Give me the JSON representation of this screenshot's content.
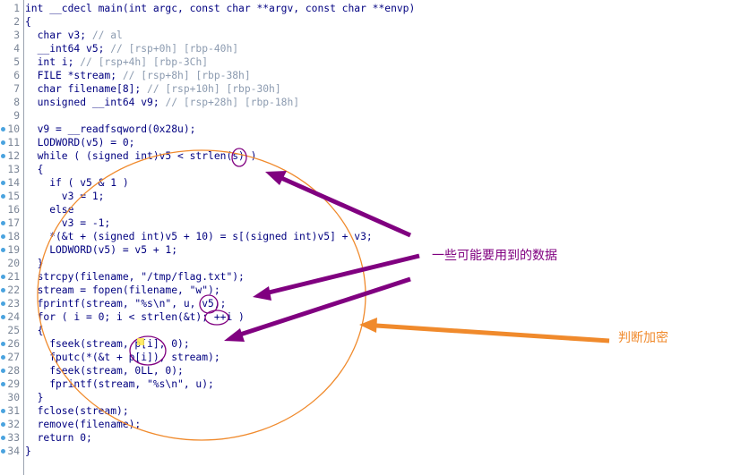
{
  "lines": [
    {
      "n": "1",
      "t": "int __cdecl main(int argc, const char **argv, const char **envp)"
    },
    {
      "n": "2",
      "t": "{"
    },
    {
      "n": "3",
      "t": "  char v3; ",
      "c": "// al"
    },
    {
      "n": "4",
      "t": "  __int64 v5; ",
      "c": "// [rsp+0h] [rbp-40h]"
    },
    {
      "n": "5",
      "t": "  int i; ",
      "c": "// [rsp+4h] [rbp-3Ch]"
    },
    {
      "n": "6",
      "t": "  FILE *stream; ",
      "c": "// [rsp+8h] [rbp-38h]"
    },
    {
      "n": "7",
      "t": "  char filename[8]; ",
      "c": "// [rsp+10h] [rbp-30h]"
    },
    {
      "n": "8",
      "t": "  unsigned __int64 v9; ",
      "c": "// [rsp+28h] [rbp-18h]"
    },
    {
      "n": "9",
      "t": ""
    },
    {
      "n": "10",
      "t": "  v9 = __readfsqword(0x28u);",
      "dot": true
    },
    {
      "n": "11",
      "t": "  LODWORD(v5) = 0;",
      "dot": true
    },
    {
      "n": "12",
      "t": "  while ( (signed int)v5 < strlen(s) )",
      "dot": true
    },
    {
      "n": "13",
      "t": "  {"
    },
    {
      "n": "14",
      "t": "    if ( v5 & 1 )",
      "dot": true
    },
    {
      "n": "15",
      "t": "      v3 = 1;",
      "dot": true
    },
    {
      "n": "16",
      "t": "    else"
    },
    {
      "n": "17",
      "t": "      v3 = -1;",
      "dot": true
    },
    {
      "n": "18",
      "t": "    *(&t + (signed int)v5 + 10) = s[(signed int)v5] + v3;",
      "dot": true
    },
    {
      "n": "19",
      "t": "    LODWORD(v5) = v5 + 1;",
      "dot": true
    },
    {
      "n": "20",
      "t": "  }"
    },
    {
      "n": "21",
      "t": "  strcpy(filename, \"/tmp/flag.txt\");",
      "dot": true
    },
    {
      "n": "22",
      "t": "  stream = fopen(filename, \"w\");",
      "dot": true
    },
    {
      "n": "23",
      "t": "  fprintf(stream, \"%s\\n\", u, v5);",
      "dot": true
    },
    {
      "n": "24",
      "t": "  for ( i = 0; i < strlen(&t); ++i )",
      "dot": true
    },
    {
      "n": "25",
      "t": "  {"
    },
    {
      "n": "26",
      "t": "    fseek(stream, p[i], 0);",
      "dot": true
    },
    {
      "n": "27",
      "t": "    fputc(*(&t + p[i]), stream);",
      "dot": true
    },
    {
      "n": "28",
      "t": "    fseek(stream, 0LL, 0);",
      "dot": true
    },
    {
      "n": "29",
      "t": "    fprintf(stream, \"%s\\n\", u);",
      "dot": true
    },
    {
      "n": "30",
      "t": "  }"
    },
    {
      "n": "31",
      "t": "  fclose(stream);",
      "dot": true
    },
    {
      "n": "32",
      "t": "  remove(filename);",
      "dot": true
    },
    {
      "n": "33",
      "t": "  return 0;",
      "dot": true
    },
    {
      "n": "34",
      "t": "}",
      "dot": true
    }
  ],
  "annotations": {
    "data_label": "一些可能要用到的数据",
    "encrypt_label": "判断加密",
    "data_color": "#800080",
    "encrypt_color": "#f08a2c"
  }
}
